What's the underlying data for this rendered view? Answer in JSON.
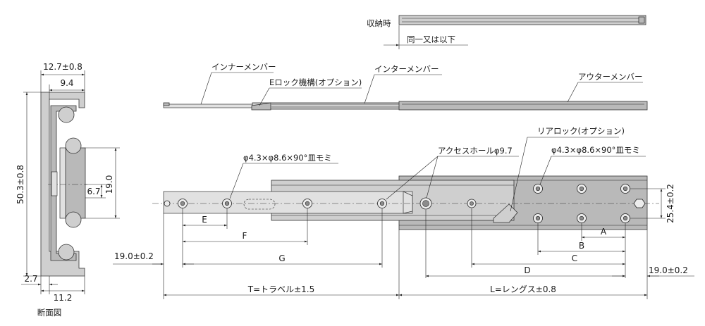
{
  "section": {
    "caption": "断面図",
    "dim_width_total": "12.7±0.8",
    "dim_width_inner": "9.4",
    "dim_height_total": "50.3±0.8",
    "dim_height_mid": "19.0",
    "dim_offset": "6.7",
    "dim_bottom_left": "2.7",
    "dim_bottom_width": "11.2"
  },
  "stored": {
    "label": "収納時",
    "note": "同一又は以下"
  },
  "side": {
    "inner_member": "インナーメンバー",
    "elock": "Eロック機構(オプション)",
    "intermediate_member": "インターメンバー",
    "outer_member": "アウターメンバー"
  },
  "plan": {
    "hole_spec_left": "φ4.3×φ8.6×90°皿モミ",
    "access_hole": "アクセスホールφ9.7",
    "rear_lock": "リアロック(オプション)",
    "hole_spec_right": "φ4.3×φ8.6×90°皿モミ",
    "dim_E": "E",
    "dim_F": "F",
    "dim_G": "G",
    "dim_A": "A",
    "dim_B": "B",
    "dim_C": "C",
    "dim_D": "D",
    "dim_left_end": "19.0±0.2",
    "dim_right_end": "19.0±0.2",
    "dim_pitch": "25.4±0.2",
    "dim_travel": "T=トラベル±1.5",
    "dim_length": "L=レングス±0.8"
  }
}
